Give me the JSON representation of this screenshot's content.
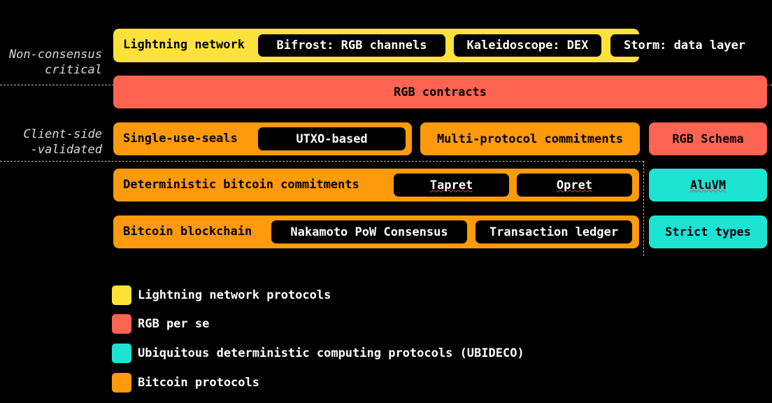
{
  "side_notes": {
    "top": [
      "Non-consensus",
      "critical"
    ],
    "middle": [
      "Client-side",
      "-validated"
    ]
  },
  "rows": {
    "lightning": {
      "label": "Lightning network",
      "items": [
        "Bifrost: RGB channels",
        "Kaleidoscope: DEX",
        "Storm: data layer"
      ]
    },
    "rgb_contracts": "RGB contracts",
    "seals": {
      "label": "Single-use-seals",
      "item": "UTXO-based"
    },
    "multi_protocol": "Multi-protocol commitments",
    "rgb_schema": "RGB Schema",
    "dbc": {
      "label": "Deterministic bitcoin commitments",
      "items": [
        "Tapret",
        "Opret"
      ]
    },
    "aluvm": "AluVM",
    "blockchain": {
      "label": "Bitcoin blockchain",
      "items": [
        "Nakamoto PoW Consensus",
        "Transaction ledger"
      ]
    },
    "strict_types": "Strict types"
  },
  "legend": [
    {
      "label": "Lightning network protocols",
      "color": "#fde23a"
    },
    {
      "label": "RGB per se",
      "color": "#ff6352"
    },
    {
      "label": "Ubiquitous deterministic computing protocols (UBIDECO)",
      "color": "#1de3d3"
    },
    {
      "label": "Bitcoin protocols",
      "color": "#fe9a0b"
    }
  ]
}
